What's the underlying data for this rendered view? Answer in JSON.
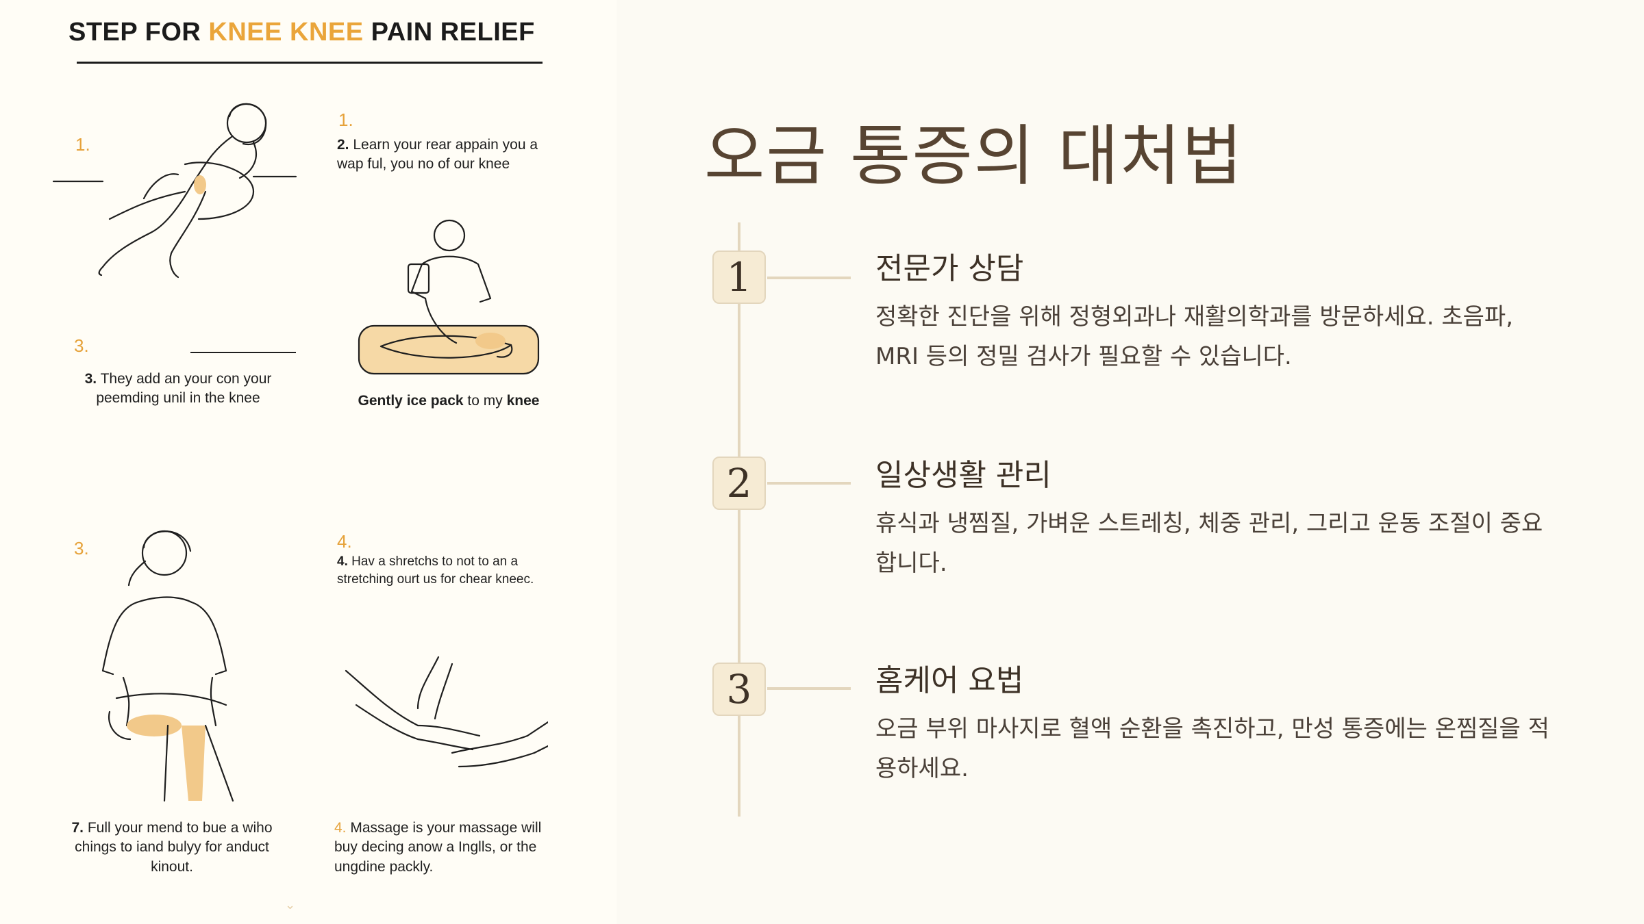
{
  "infographic": {
    "title_part1": "STEP FOR ",
    "title_highlight": "KNEE KNEE",
    "title_part2": " PAIN RELIEF",
    "cells": [
      {
        "num": "1.",
        "text": ""
      },
      {
        "num": "1.",
        "text_num": "2.",
        "text": " Learn your rear appain you a wap ful, you no of our knee"
      },
      {
        "num": "3.",
        "text_num": "3.",
        "text": " They add an your con your peemding unil in the knee"
      },
      {
        "num": "",
        "text_bold": "Gently ice pack",
        "text_mid": " to my ",
        "text_end": "knee"
      },
      {
        "num": "3.",
        "text": ""
      },
      {
        "num": "4.",
        "text_num": "4.",
        "text": " Hav a shretchs to not to an a stretching ourt us for chear kneec."
      },
      {
        "num": "",
        "text_num": "7.",
        "text": " Full your mend to bue a wiho chings to iand bulyy for anduct kinout."
      },
      {
        "num": "",
        "text_num": "4.",
        "text": " Massage is your massage will buy decing anow a Inglls, or the ungdine packly."
      }
    ]
  },
  "slide": {
    "title": "오금 통증의 대처법",
    "steps": [
      {
        "number": "1",
        "title": "전문가 상담",
        "description": "정확한 진단을 위해 정형외과나 재활의학과를 방문하세요. 초음파, MRI 등의 정밀 검사가 필요할 수 있습니다."
      },
      {
        "number": "2",
        "title": "일상생활 관리",
        "description": "휴식과 냉찜질, 가벼운 스트레칭, 체중 관리, 그리고 운동 조절이 중요합니다."
      },
      {
        "number": "3",
        "title": "홈케어 요법",
        "description": "오금 부위 마사지로 혈액 순환을 촉진하고, 만성 통증에는 온찜질을 적용하세요."
      }
    ]
  },
  "colors": {
    "accent": "#e6a23a",
    "title_brown": "#574432",
    "timeline": "#e3d6bd",
    "box_fill": "#f6ebd4"
  }
}
